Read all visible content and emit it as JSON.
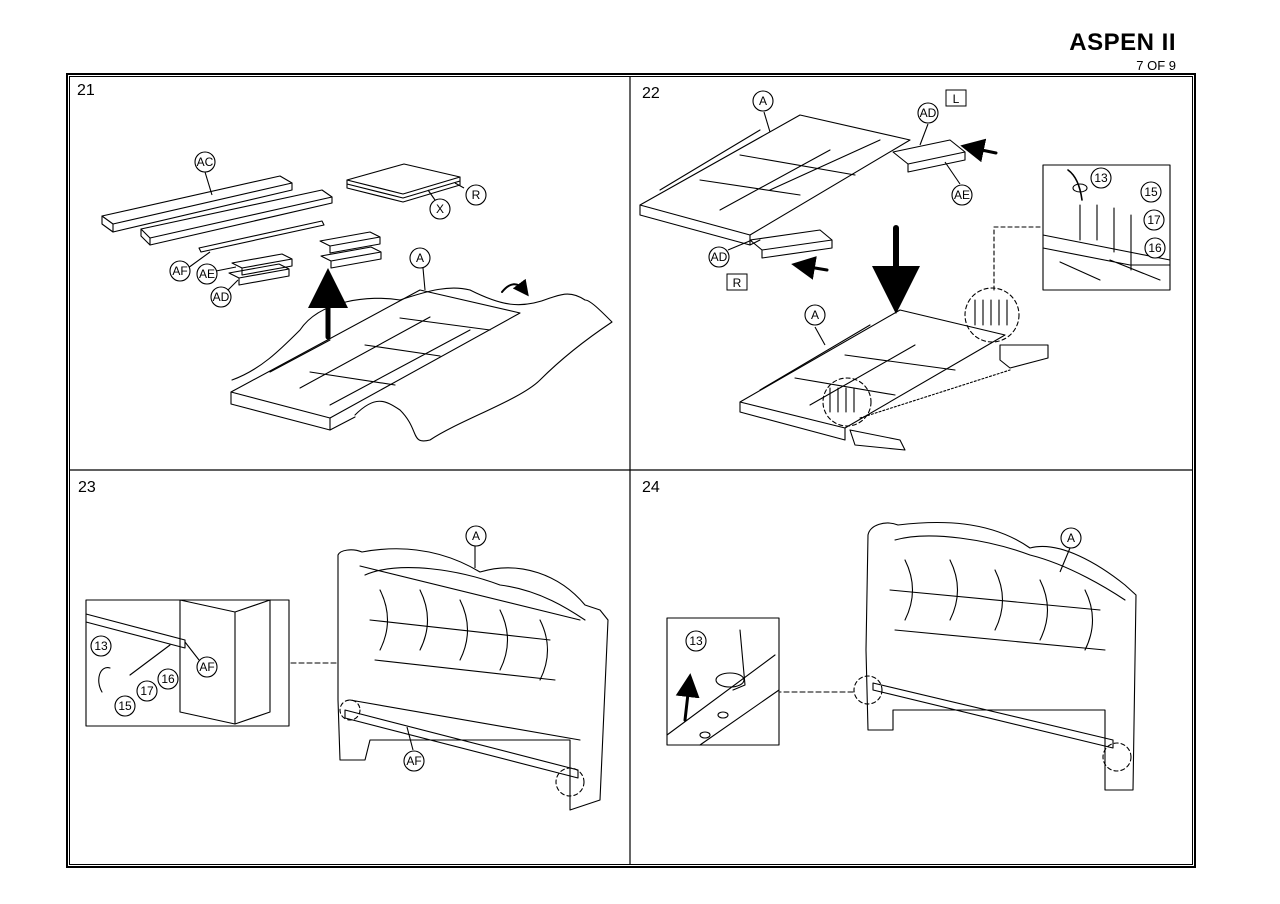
{
  "header": {
    "title": "ASPEN II",
    "page": "7 OF 9"
  },
  "steps": [
    {
      "number": "21",
      "callouts": [
        "AC",
        "R",
        "X",
        "A",
        "AF",
        "AE",
        "AD"
      ]
    },
    {
      "number": "22",
      "callouts": [
        "A",
        "AD",
        "AE",
        "13",
        "15",
        "17",
        "16",
        "AD",
        "A"
      ],
      "side_labels": [
        "L",
        "R"
      ]
    },
    {
      "number": "23",
      "callouts": [
        "A",
        "13",
        "15",
        "17",
        "16",
        "AF",
        "AF"
      ]
    },
    {
      "number": "24",
      "callouts": [
        "A",
        "13"
      ]
    }
  ]
}
